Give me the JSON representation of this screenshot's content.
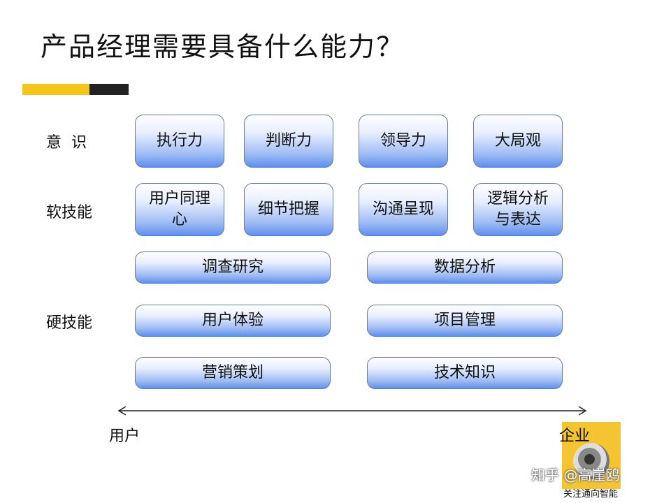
{
  "title": "产品经理需要具备什么能力？",
  "row_labels": {
    "awareness": "意  识",
    "soft": "软技能",
    "hard": "硬技能"
  },
  "awareness_boxes": [
    "执行力",
    "判断力",
    "领导力",
    "大局观"
  ],
  "soft_boxes": [
    "用户同理心",
    "细节把握",
    "沟通呈现",
    "逻辑分析与表达"
  ],
  "hard_boxes": {
    "left": [
      "调查研究",
      "用户体验",
      "营销策划"
    ],
    "right": [
      "数据分析",
      "项目管理",
      "技术知识"
    ]
  },
  "axis": {
    "left": "用户",
    "right": "企业"
  },
  "watermark": "知乎 @高崖鸥",
  "thumb_caption": "关注通向智能",
  "colors": {
    "accent_yellow": "#f5c518",
    "accent_dark": "#222222",
    "box_blue": "#5e8ff0"
  }
}
